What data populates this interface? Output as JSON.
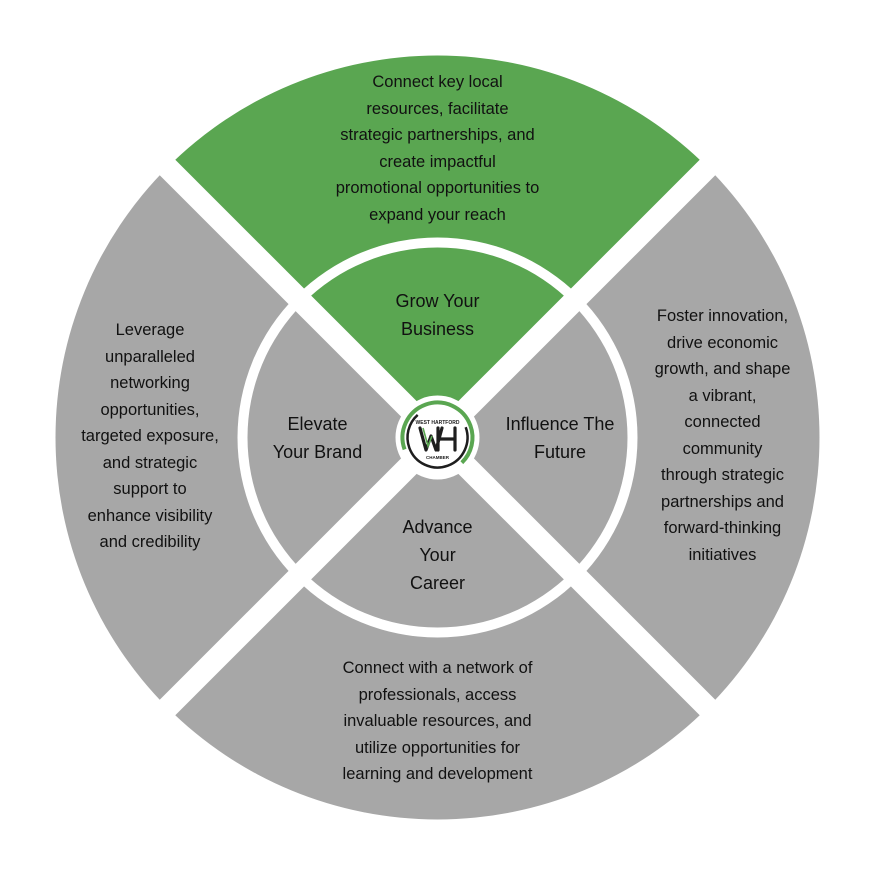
{
  "colors": {
    "green": "#5aa651",
    "gray": "#a7a7a7",
    "separator": "#ffffff",
    "text": "#111111"
  },
  "segments": {
    "top": {
      "title": "Grow Your\nBusiness",
      "description": "Connect key local\nresources, facilitate\nstrategic partnerships, and\ncreate impactful\npromotional opportunities to\nexpand your reach",
      "highlighted": true
    },
    "left": {
      "title": "Elevate\nYour Brand",
      "description": "Leverage\nunparalleled\nnetworking\nopportunities,\ntargeted exposure,\nand strategic\nsupport to\nenhance visibility\nand credibility",
      "highlighted": false
    },
    "right": {
      "title": "Influence The\nFuture",
      "description": "Foster innovation,\ndrive economic\ngrowth, and shape\na vibrant,\nconnected\ncommunity\nthrough strategic\npartnerships and\nforward-thinking\ninitiatives",
      "highlighted": false
    },
    "bottom": {
      "title": "Advance\nYour\nCareer",
      "description": "Connect with a network of\nprofessionals, access\ninvaluable resources, and\nutilize opportunities for\nlearning and development",
      "highlighted": false
    }
  },
  "logo": {
    "top_text": "WEST HARTFORD",
    "monogram": "WH",
    "bottom_text": "CHAMBER"
  }
}
